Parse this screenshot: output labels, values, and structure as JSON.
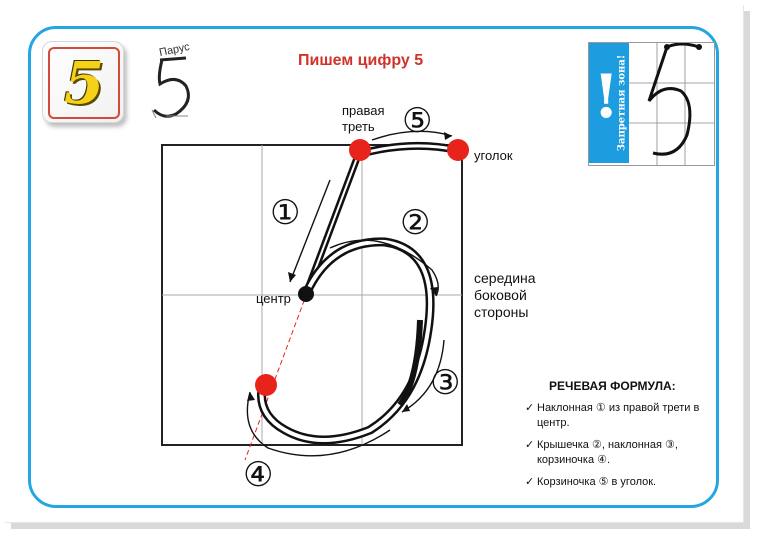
{
  "title": "Пишем цифру 5",
  "digit": "5",
  "logo": {
    "text": "Парус"
  },
  "labels": {
    "right_third": "правая\nтреть",
    "corner": "уголок",
    "center": "центр",
    "side_middle": "середина\nбоковой\nстороны"
  },
  "steps": [
    "①",
    "②",
    "③",
    "④",
    "⑤"
  ],
  "warning": {
    "text": "Запретная зона!",
    "mark": "!"
  },
  "formula": {
    "heading": "РЕЧЕВАЯ ФОРМУЛА:",
    "tick": "✓",
    "items": [
      "Наклонная ① из правой трети в центр.",
      "Крышечка ②, наклонная ③, корзиночка ④.",
      "Корзиночка ⑤ в уголок."
    ]
  },
  "colors": {
    "frame": "#24a6e0",
    "title": "#d1332a",
    "dot": "#e8231c",
    "digit_fill": "#f5d11a"
  }
}
